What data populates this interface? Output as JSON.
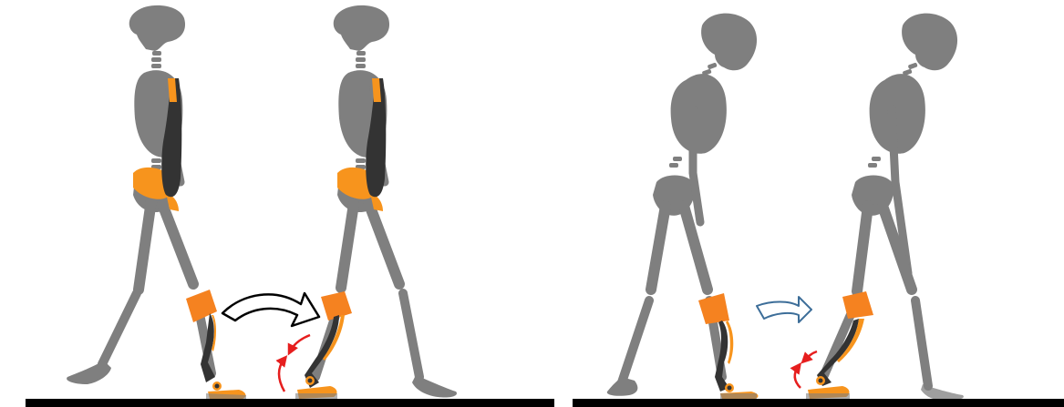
{
  "colors": {
    "bone": "#7f7f7f",
    "exo_orange": "#f7941d",
    "exo_dark": "#333333",
    "ground": "#000000",
    "arrow_black_outline": "#000000",
    "arrow_blue_outline": "#3d6e99",
    "rotation_arrow": "#e61e1e"
  },
  "panels": [
    {
      "id": "left",
      "description_icons": [
        "skeleton-walking-icon",
        "skeleton-walking-icon"
      ],
      "device": "hip-and-ankle-exoskeleton",
      "transition_arrow": "black-outline-arrow"
    },
    {
      "id": "right",
      "description_icons": [
        "skeleton-walking-icon",
        "skeleton-walking-icon"
      ],
      "device": "ankle-exoskeleton",
      "transition_arrow": "blue-outline-arrow"
    }
  ]
}
